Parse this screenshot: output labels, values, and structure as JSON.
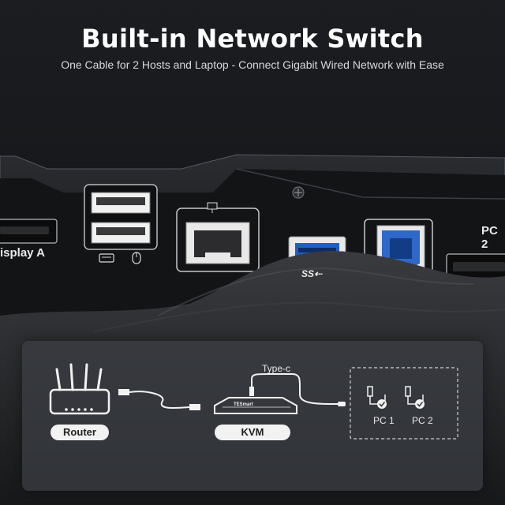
{
  "header": {
    "title": "Built-in Network Switch",
    "subtitle": "One Cable for 2 Hosts and Laptop - Connect Gigabit Wired Network with Ease"
  },
  "device": {
    "display_label": "isplay A",
    "pc_label": "PC 2",
    "usb_label": "SS⇠"
  },
  "diagram": {
    "router_label": "Router",
    "kvm_label": "KVM",
    "cable_label": "Type-c",
    "pc1_label": "PC 1",
    "pc2_label": "PC 2",
    "kvm_brand": "TESmart"
  },
  "colors": {
    "usb3_blue": "#1f5fc4",
    "panel_bg": "#3c3f44"
  },
  "icons": [
    "network-icon",
    "keyboard-icon",
    "mouse-icon",
    "screw-icon",
    "router-icon",
    "kvm-icon",
    "pc-icon",
    "check-icon"
  ]
}
